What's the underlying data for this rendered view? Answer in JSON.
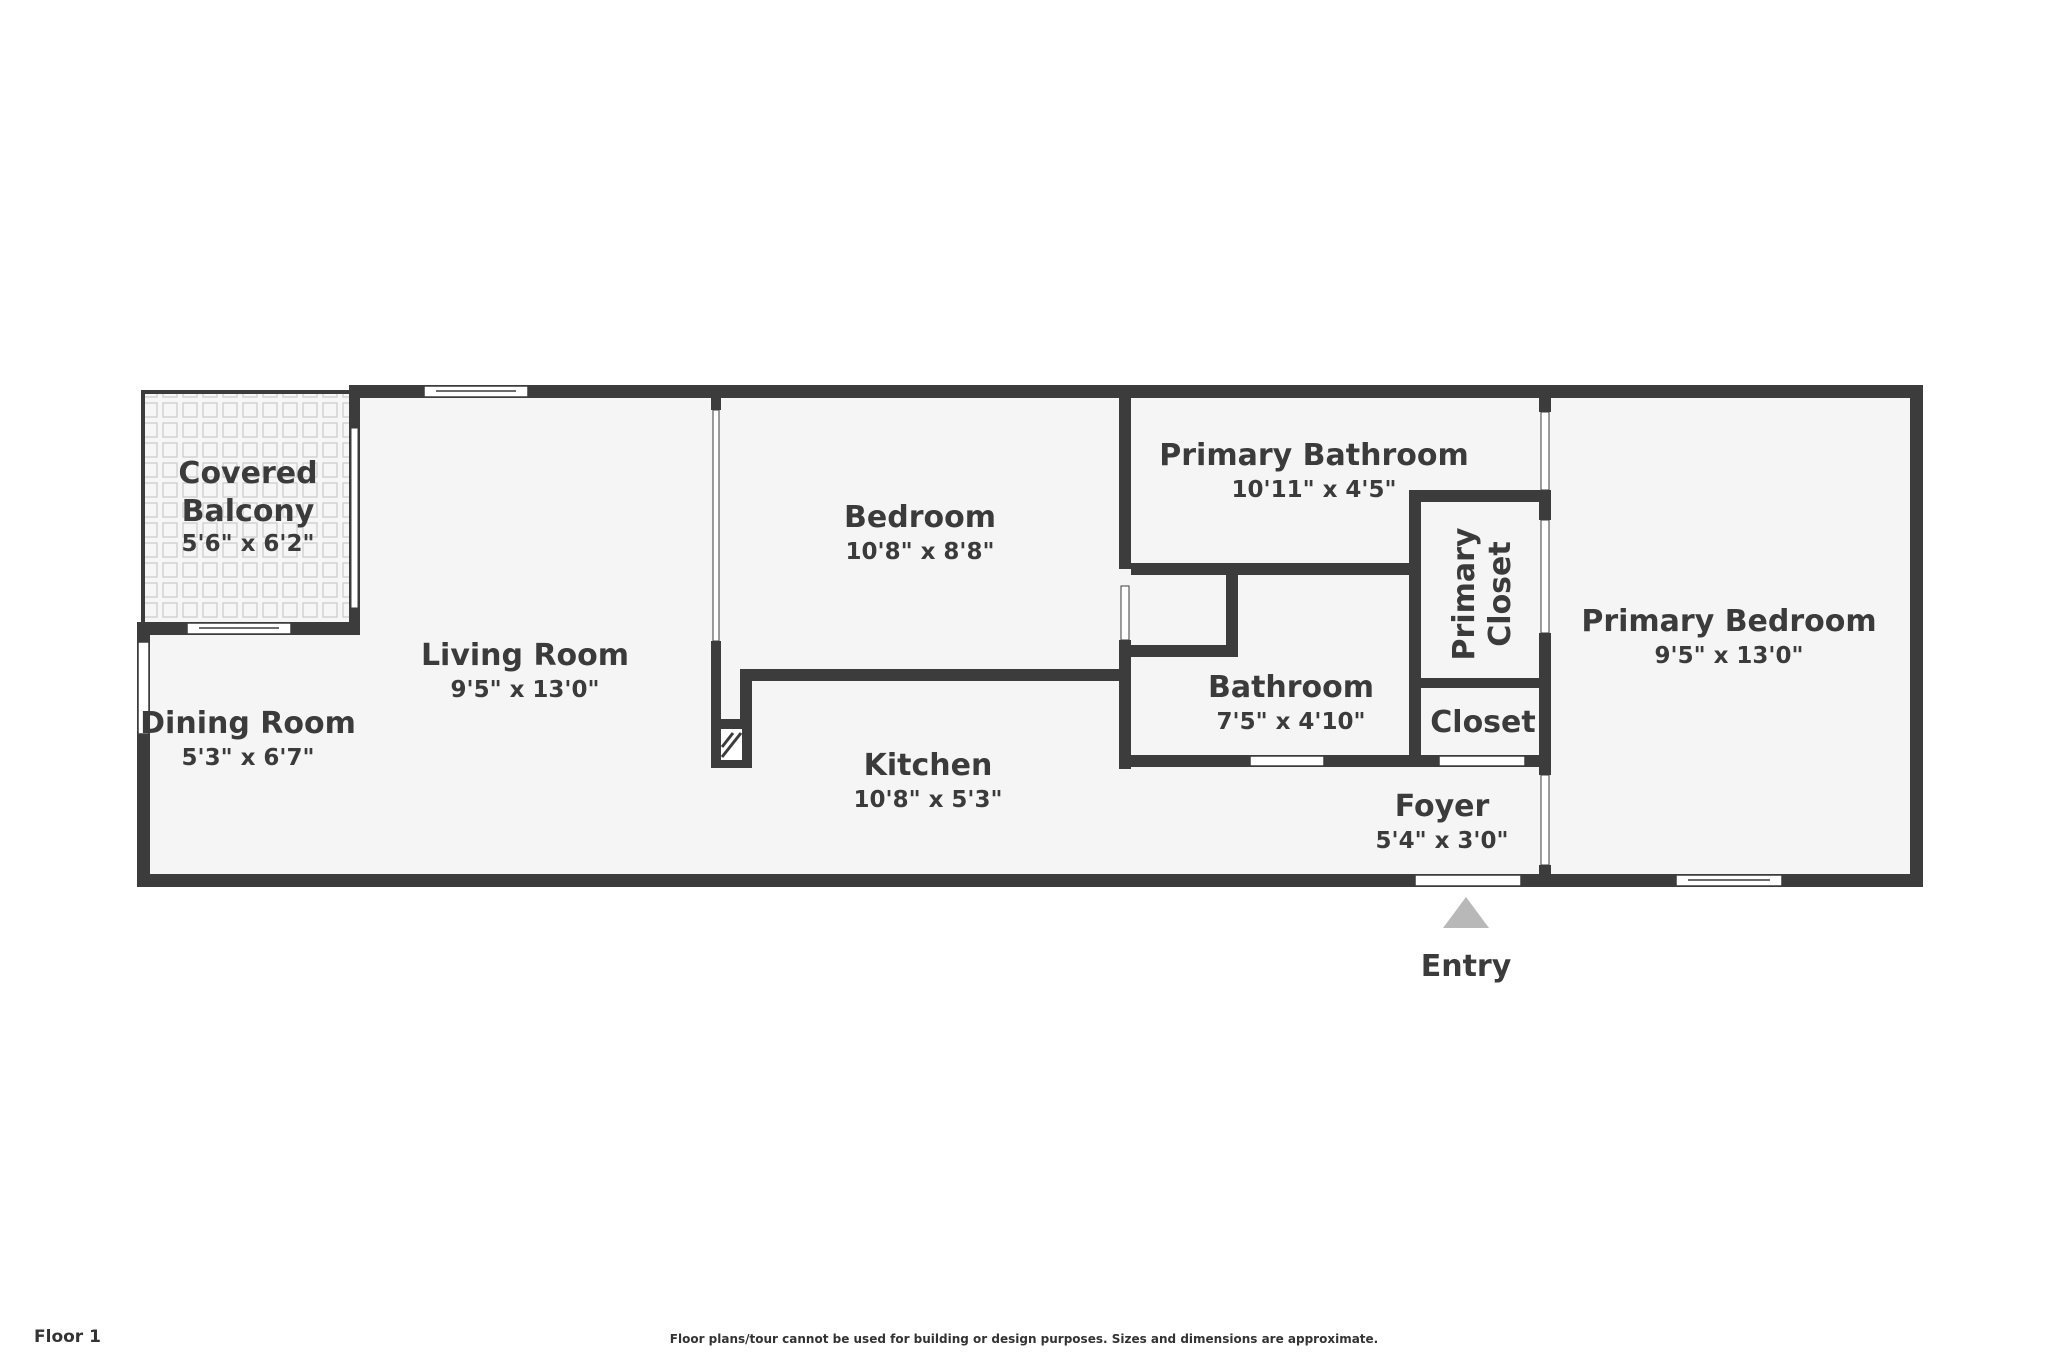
{
  "rooms": {
    "covered_balcony": {
      "name_line1": "Covered",
      "name_line2": "Balcony",
      "dims": "5'6\" x 6'2\""
    },
    "living_room": {
      "name": "Living Room",
      "dims": "9'5\" x 13'0\""
    },
    "dining_room": {
      "name": "Dining Room",
      "dims": "5'3\" x 6'7\""
    },
    "bedroom": {
      "name": "Bedroom",
      "dims": "10'8\" x 8'8\""
    },
    "kitchen": {
      "name": "Kitchen",
      "dims": "10'8\" x 5'3\""
    },
    "primary_bathroom": {
      "name": "Primary Bathroom",
      "dims": "10'11\" x 4'5\""
    },
    "bathroom": {
      "name": "Bathroom",
      "dims": "7'5\" x 4'10\""
    },
    "primary_closet": {
      "name_line1": "Primary",
      "name_line2": "Closet"
    },
    "closet": {
      "name": "Closet"
    },
    "foyer": {
      "name": "Foyer",
      "dims": "5'4\" x 3'0\""
    },
    "primary_bedroom": {
      "name": "Primary Bedroom",
      "dims": "9'5\" x 13'0\""
    }
  },
  "entry": {
    "label": "Entry"
  },
  "footer": {
    "floor_label": "Floor 1",
    "disclaimer": "Floor plans/tour cannot be used for building or design purposes. Sizes and dimensions are approximate."
  },
  "colors": {
    "wall": "#3c3c3c",
    "floor": "#f5f5f5",
    "window": "#ffffff",
    "entry_arrow": "#b8b8b8",
    "text": "#3b3b3b"
  }
}
